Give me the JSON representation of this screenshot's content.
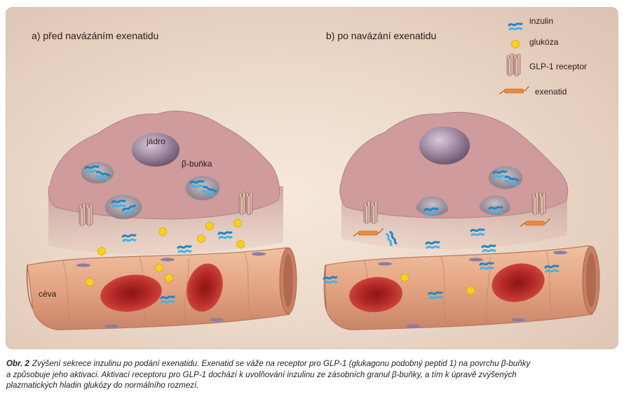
{
  "panels": {
    "a_title": "a) před navázáním exenatidu",
    "b_title": "b) po navázání exenatidu"
  },
  "labels": {
    "nucleus": "jádro",
    "beta_cell": "β-buňka",
    "vessel": "céva"
  },
  "legend": [
    {
      "icon": "insulin-icon",
      "label": "inzulin"
    },
    {
      "icon": "glucose-icon",
      "label": "glukóza"
    },
    {
      "icon": "glp1-receptor-icon",
      "label": "GLP-1 receptor"
    },
    {
      "icon": "exenatide-icon",
      "label": "exenatid"
    }
  ],
  "caption": {
    "label": "Obr. 2",
    "line1": "Zvýšení sekrece inzulinu po podání exenatidu. Exenatid se váže na receptor pro GLP-1 (glukagonu podobný peptid 1) na povrchu β-buňky",
    "line2": "a způsobuje jeho aktivaci. Aktivací receptoru pro GLP-1 dochází k uvolňování inzulinu ze zásobních granul β-buňky, a tím k úpravě zvýšených",
    "line3": "plazmatických hladin glukózy do normálního rozmezí."
  },
  "colors": {
    "cell": "#cf9b9d",
    "vessel": "#e0a584",
    "erythrocyte": "#b92d2c",
    "insulin": "#2f9fd9",
    "glucose": "#f6d21a",
    "exenatide": "#e88a3c"
  }
}
